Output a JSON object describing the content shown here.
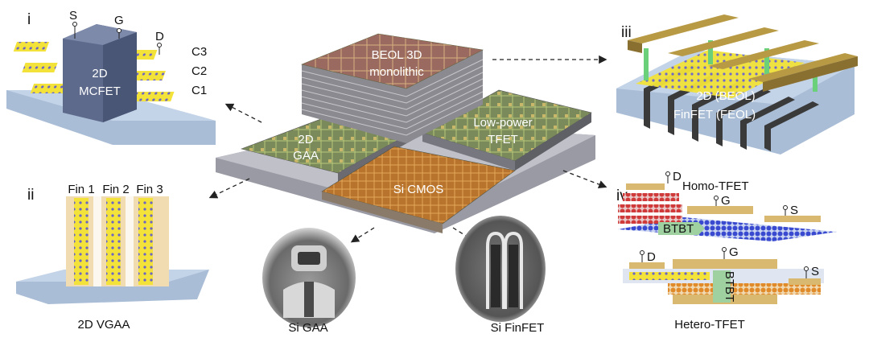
{
  "center": {
    "beol": [
      "BEOL 3D",
      "monolithic"
    ],
    "gaa2d": [
      "2D",
      "GAA"
    ],
    "tfet": [
      "Low-power",
      "TFET"
    ],
    "sicmos": "Si CMOS"
  },
  "panel_i": {
    "id": "i",
    "device": [
      "2D",
      "MCFET"
    ],
    "terminals": {
      "s": "S",
      "g": "G",
      "d": "D"
    },
    "channels": [
      "C3",
      "C2",
      "C1"
    ]
  },
  "panel_ii": {
    "id": "ii",
    "fins": [
      "Fin 1",
      "Fin 2",
      "Fin 3"
    ],
    "caption": "2D VGAA"
  },
  "panel_iii": {
    "id": "iii",
    "labels": [
      "2D (BEOL)",
      "FinFET (FEOL)"
    ]
  },
  "panel_iv": {
    "id": "iv",
    "homo": {
      "title": "Homo-TFET",
      "d": "D",
      "g": "G",
      "s": "S",
      "btbt": "BTBT"
    },
    "hetero": {
      "title": "Hetero-TFET",
      "d": "D",
      "g": "G",
      "s": "S",
      "btbt": "BTBT"
    }
  },
  "micrographs": {
    "gaa": "Si GAA",
    "finfet": "Si FinFET"
  }
}
